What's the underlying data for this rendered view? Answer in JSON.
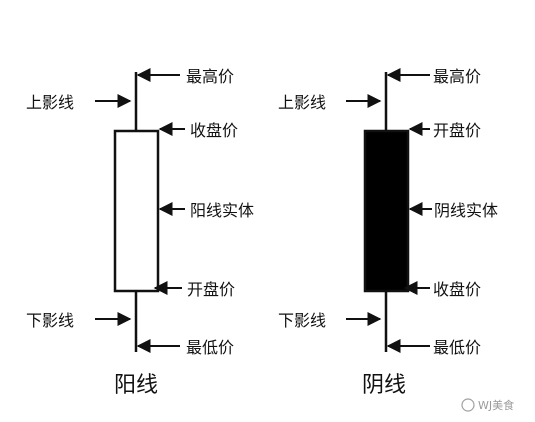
{
  "bullish": {
    "caption": "阳线",
    "upper_shadow": "上影线",
    "lower_shadow": "下影线",
    "high": "最高价",
    "close": "收盘价",
    "body": "阳线实体",
    "open": "开盘价",
    "low": "最低价"
  },
  "bearish": {
    "caption": "阴线",
    "upper_shadow": "上影线",
    "lower_shadow": "下影线",
    "high": "最高价",
    "open": "开盘价",
    "body": "阴线实体",
    "close": "收盘价",
    "low": "最低价"
  },
  "watermark": "WJ美食",
  "colors": {
    "ink": "#111111",
    "bearish_body": "#000000",
    "bullish_body": "#ffffff",
    "watermark": "#9a9a9a"
  }
}
